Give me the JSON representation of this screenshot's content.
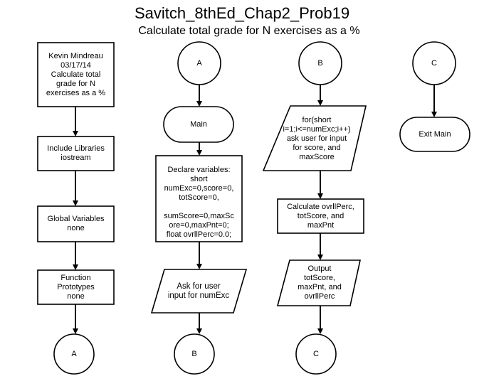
{
  "title": "Savitch_8thEd_Chap2_Prob19",
  "subtitle": "Calculate total grade for N exercises as a %",
  "columns": {
    "col1": {
      "header": "Kevin Mindreau\n03/17/14\nCalculate total\ngrade for N\nexercises as a %",
      "include": "Include Libraries\niostream",
      "globals": "Global Variables\nnone",
      "prototypes": "Function\nPrototypes\nnone",
      "connector": "A"
    },
    "col2": {
      "connector_in": "A",
      "start": "Main",
      "declare": "Declare variables:\nshort\nnumExc=0,score=0,\ntotScore=0,\n\nsumScore=0,maxSc\nore=0,maxPnt=0;\nfloat ovrllPerc=0.0;",
      "input": "Ask for user\ninput for numExc",
      "connector_out": "B"
    },
    "col3": {
      "connector_in": "B",
      "loop": "for(short\ni=1;i<=numExc;i++)\nask user for input\nfor score, and\nmaxScore",
      "calculate": "Calculate ovrllPerc,\ntotScore, and\nmaxPnt",
      "output": "Output\ntotScore,\nmaxPnt, and\novrllPerc",
      "connector_out": "C"
    },
    "col4": {
      "connector_in": "C",
      "end": "Exit Main"
    }
  }
}
